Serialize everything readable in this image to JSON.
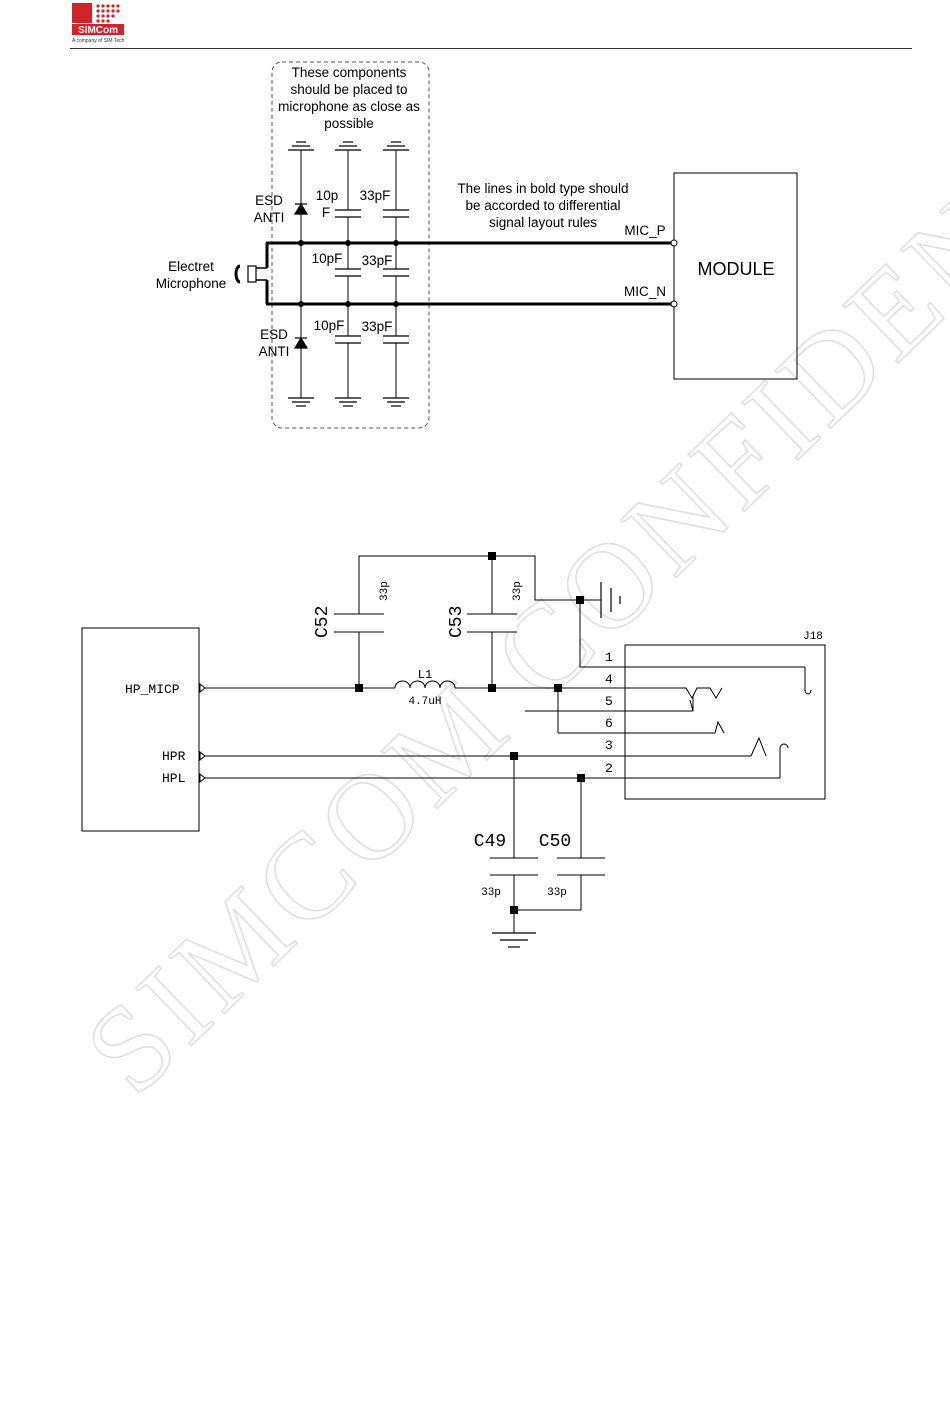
{
  "header": {
    "logo_text": "SIMCom",
    "logo_tagline": "A company of SIM Tech",
    "brand_color": "#d2232a"
  },
  "watermark": {
    "text": "SIMCOM CONFIDENTIAL FILE"
  },
  "mic_circuit": {
    "placement_note": [
      "These components",
      "should be placed to",
      "microphone as close as",
      "possible"
    ],
    "bold_lines_note": [
      "The lines in bold type should",
      "be accorded to differential",
      "signal layout rules"
    ],
    "mic_label": [
      "Electret",
      "Microphone"
    ],
    "esd_top": [
      "ESD",
      "ANTI"
    ],
    "esd_bottom": [
      "ESD",
      "ANTI"
    ],
    "cap_top_1": [
      "10p",
      "F"
    ],
    "cap_top_2": "33pF",
    "cap_mid_1": "10pF",
    "cap_mid_2": "33pF",
    "cap_bot_1": "10pF",
    "cap_bot_2": "33pF",
    "net_p": "MIC_P",
    "net_n": "MIC_N",
    "module_label": "MODULE"
  },
  "headset_circuit": {
    "pin_micp": "HP_MICP",
    "pin_hpr": "HPR",
    "pin_hpl": "HPL",
    "c52": "C52",
    "c52_value": "33p",
    "c53": "C53",
    "c53_value": "33p",
    "l1": "L1",
    "l1_value": "4.7uH",
    "connector": "J18",
    "jack_pins": [
      "1",
      "4",
      "5",
      "6",
      "3",
      "2"
    ],
    "c49": "C49",
    "c49_value": "33p",
    "c50": "C50",
    "c50_value": "33p"
  }
}
